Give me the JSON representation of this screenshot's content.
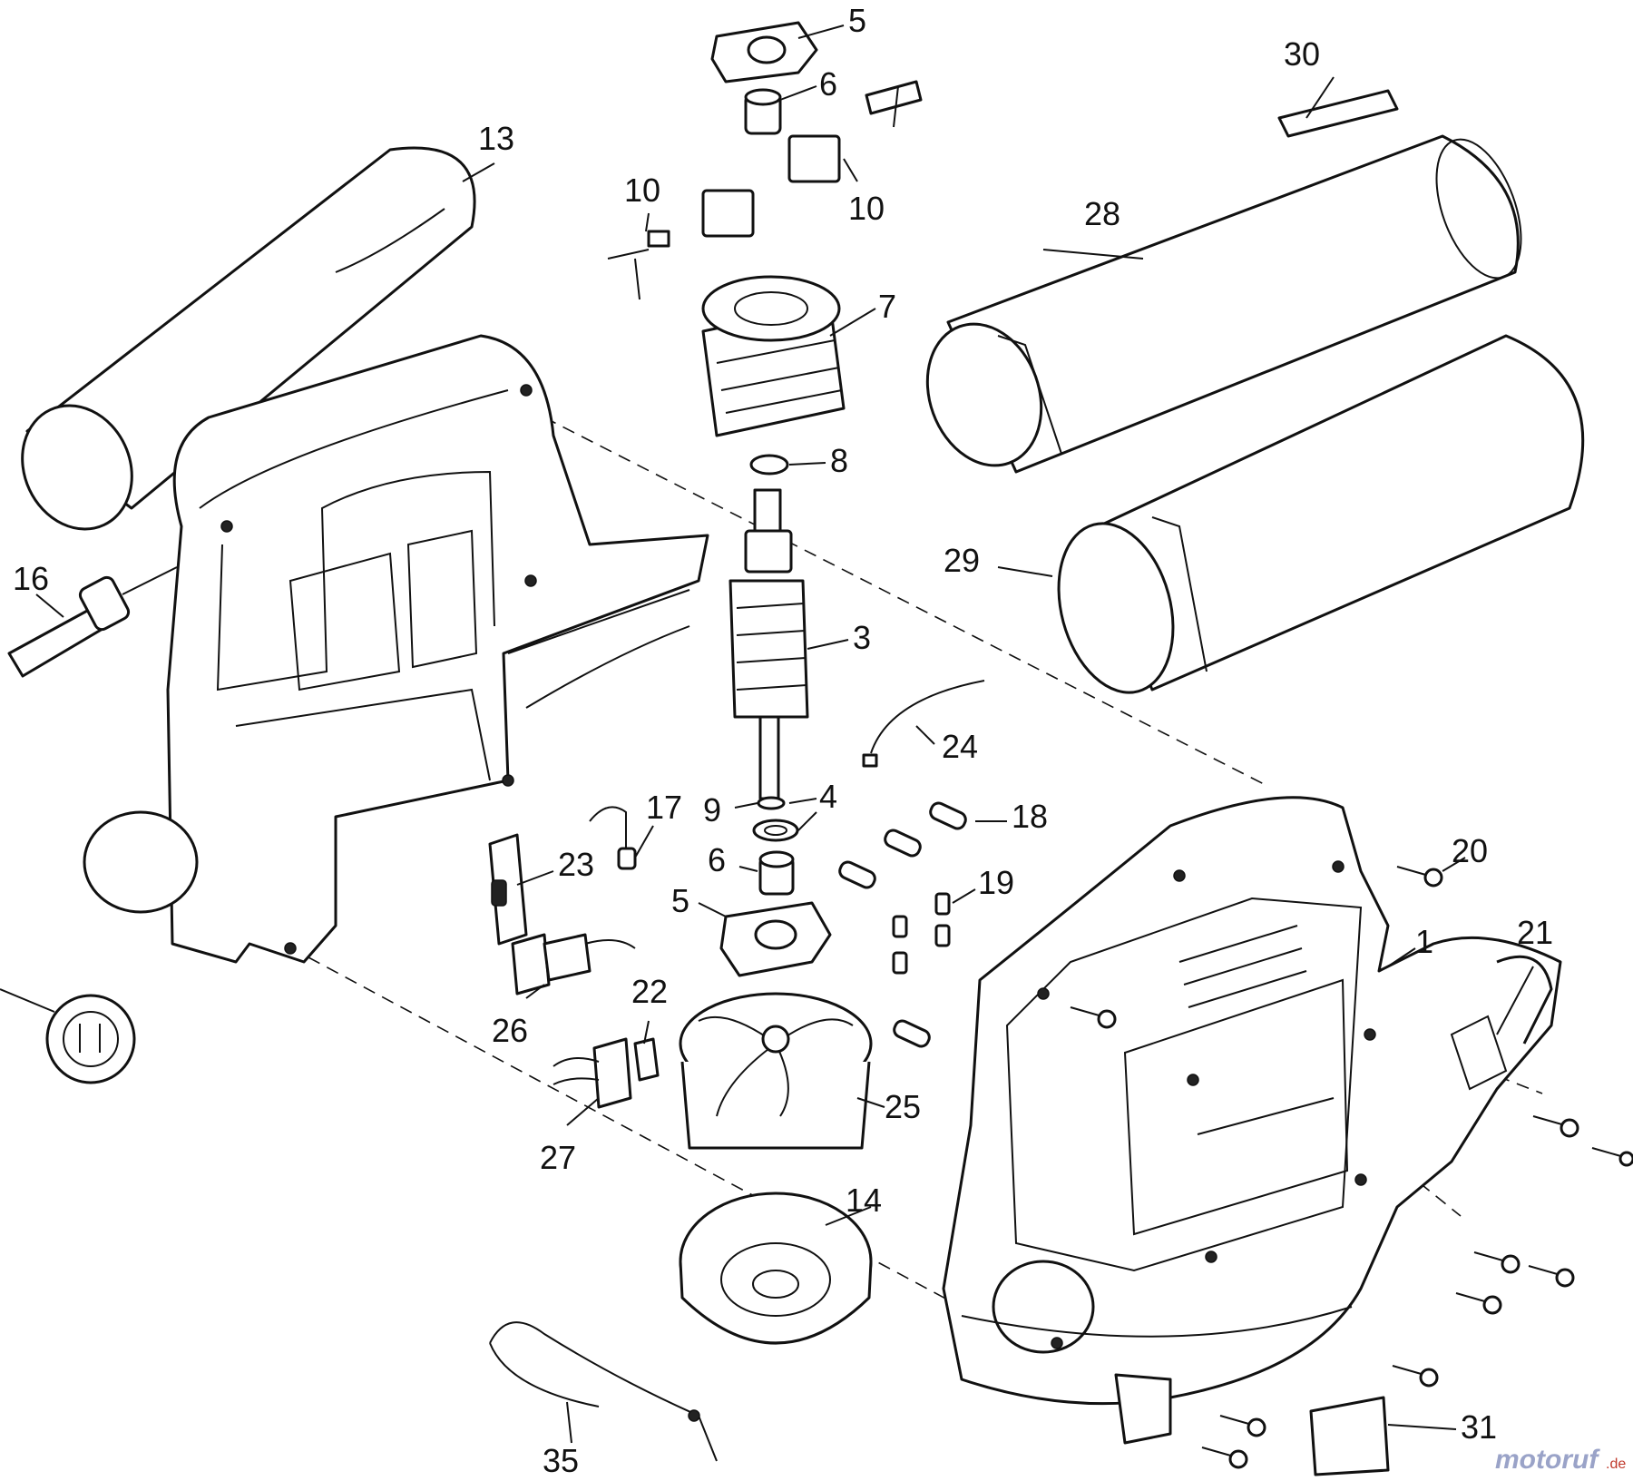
{
  "diagram": {
    "part_numbers": [
      "5",
      "6",
      "10",
      "10",
      "7",
      "8",
      "3",
      "9",
      "4",
      "6",
      "5",
      "13",
      "16",
      "17",
      "23",
      "26",
      "22",
      "27",
      "25",
      "14",
      "35",
      "24",
      "18",
      "19",
      "20",
      "1",
      "21",
      "28",
      "29",
      "30",
      "31"
    ]
  },
  "watermark": {
    "brand": "motoruf",
    "suffix": ".de"
  }
}
